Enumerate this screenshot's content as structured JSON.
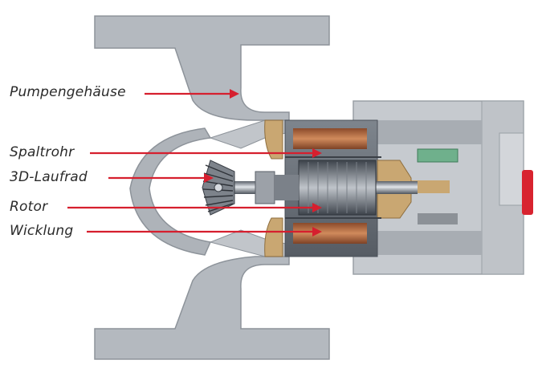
{
  "labels": {
    "housing": "Pumpengehäuse",
    "can": "Spaltrohr",
    "impeller": "3D-Laufrad",
    "rotor": "Rotor",
    "winding": "Wicklung"
  },
  "colors": {
    "background": "#ffffff",
    "housing_gray": "#b4b9bf",
    "housing_edge": "#8d939a",
    "motor_block": "#c6cacf",
    "arrow_red": "#d61f2e",
    "copper": "#c4784c",
    "brass": "#c9a772",
    "terminal_red": "#d8232f",
    "label_text": "#2a2a2a"
  }
}
